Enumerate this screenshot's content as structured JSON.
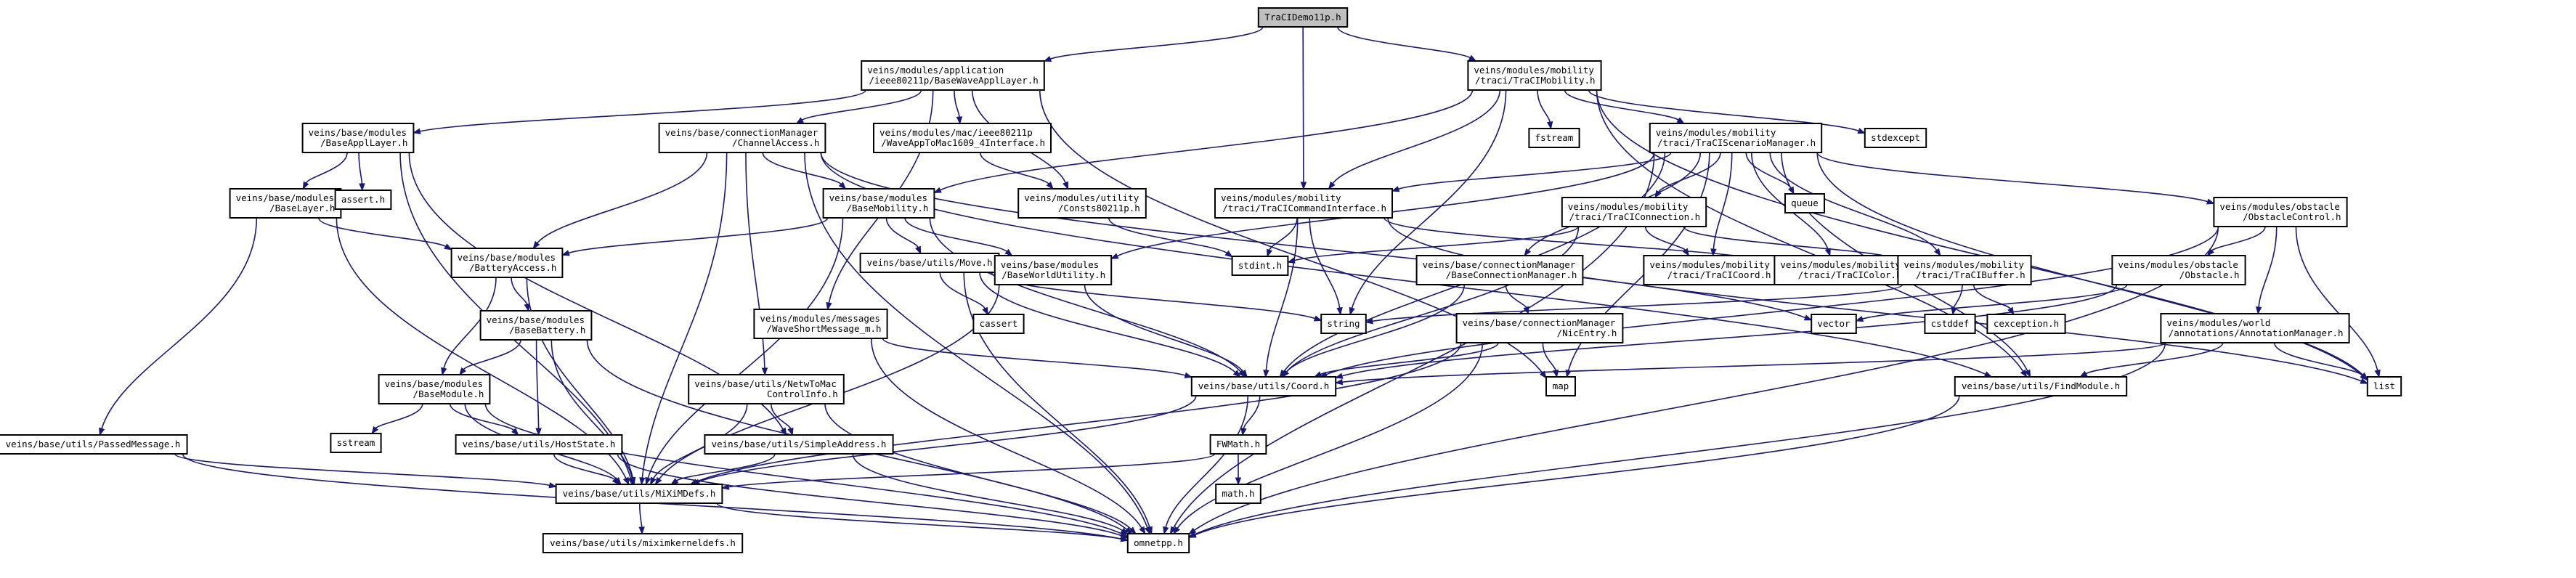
{
  "diagram": {
    "nodes": [
      {
        "id": "root",
        "lines": [
          "TraCIDemo11p.h"
        ]
      },
      {
        "id": "wave",
        "lines": [
          "veins/modules/application",
          "/ieee80211p/BaseWaveApplLayer.h"
        ]
      },
      {
        "id": "tmob",
        "lines": [
          "veins/modules/mobility",
          "/traci/TraCIMobility.h"
        ]
      },
      {
        "id": "baseappl",
        "lines": [
          "veins/base/modules",
          "/BaseApplLayer.h"
        ]
      },
      {
        "id": "chanacc",
        "lines": [
          "veins/base/connectionManager",
          "/ChannelAccess.h"
        ]
      },
      {
        "id": "wavemac",
        "lines": [
          "veins/modules/mac/ieee80211p",
          "/WaveAppToMac1609_4Interface.h"
        ]
      },
      {
        "id": "scenmgr",
        "lines": [
          "veins/modules/mobility",
          "/traci/TraCIScenarioManager.h"
        ]
      },
      {
        "id": "fstream",
        "lines": [
          "fstream"
        ]
      },
      {
        "id": "stdexcept",
        "lines": [
          "stdexcept"
        ]
      },
      {
        "id": "baselayer",
        "lines": [
          "veins/base/modules",
          "/BaseLayer.h"
        ]
      },
      {
        "id": "assert",
        "lines": [
          "assert.h"
        ]
      },
      {
        "id": "basemob",
        "lines": [
          "veins/base/modules",
          "/BaseMobility.h"
        ]
      },
      {
        "id": "consts",
        "lines": [
          "veins/modules/utility",
          "/Consts80211p.h"
        ]
      },
      {
        "id": "cmdif",
        "lines": [
          "veins/modules/mobility",
          "/traci/TraCICommandInterface.h"
        ]
      },
      {
        "id": "tconn",
        "lines": [
          "veins/modules/mobility",
          "/traci/TraCIConnection.h"
        ]
      },
      {
        "id": "queue",
        "lines": [
          "queue"
        ]
      },
      {
        "id": "obsctl",
        "lines": [
          "veins/modules/obstacle",
          "/ObstacleControl.h"
        ]
      },
      {
        "id": "battacc",
        "lines": [
          "veins/base/modules",
          "/BatteryAccess.h"
        ]
      },
      {
        "id": "move",
        "lines": [
          "veins/base/utils/Move.h"
        ]
      },
      {
        "id": "worldutil",
        "lines": [
          "veins/base/modules",
          "/BaseWorldUtility.h"
        ]
      },
      {
        "id": "stdint",
        "lines": [
          "stdint.h"
        ]
      },
      {
        "id": "baseconnmgr",
        "lines": [
          "veins/base/connectionManager",
          "/BaseConnectionManager.h"
        ]
      },
      {
        "id": "tcoord",
        "lines": [
          "veins/modules/mobility",
          "/traci/TraCICoord.h"
        ]
      },
      {
        "id": "tcolor",
        "lines": [
          "veins/modules/mobility",
          "/traci/TraCIColor.h"
        ]
      },
      {
        "id": "tbuffer",
        "lines": [
          "veins/modules/mobility",
          "/traci/TraCIBuffer.h"
        ]
      },
      {
        "id": "obstacle",
        "lines": [
          "veins/modules/obstacle",
          "/Obstacle.h"
        ]
      },
      {
        "id": "basebatt",
        "lines": [
          "veins/base/modules",
          "/BaseBattery.h"
        ]
      },
      {
        "id": "cassert",
        "lines": [
          "cassert"
        ]
      },
      {
        "id": "wsm",
        "lines": [
          "veins/modules/messages",
          "/WaveShortMessage_m.h"
        ]
      },
      {
        "id": "string",
        "lines": [
          "string"
        ]
      },
      {
        "id": "nicentry",
        "lines": [
          "veins/base/connectionManager",
          "/NicEntry.h"
        ]
      },
      {
        "id": "vector",
        "lines": [
          "vector"
        ]
      },
      {
        "id": "cstddef",
        "lines": [
          "cstddef"
        ]
      },
      {
        "id": "exception",
        "lines": [
          "cexception.h"
        ]
      },
      {
        "id": "annot",
        "lines": [
          "veins/modules/world",
          "/annotations/AnnotationManager.h"
        ]
      },
      {
        "id": "basemodule",
        "lines": [
          "veins/base/modules",
          "/BaseModule.h"
        ]
      },
      {
        "id": "nettomac",
        "lines": [
          "veins/base/utils/NetwToMac",
          "ControlInfo.h"
        ]
      },
      {
        "id": "coord",
        "lines": [
          "veins/base/utils/Coord.h"
        ]
      },
      {
        "id": "map",
        "lines": [
          "map"
        ]
      },
      {
        "id": "list",
        "lines": [
          "list"
        ]
      },
      {
        "id": "findmod",
        "lines": [
          "veins/base/utils/FindModule.h"
        ]
      },
      {
        "id": "sstream",
        "lines": [
          "sstream"
        ]
      },
      {
        "id": "fwmath",
        "lines": [
          "FWMath.h"
        ]
      },
      {
        "id": "passedmsg",
        "lines": [
          "veins/base/utils/PassedMessage.h"
        ]
      },
      {
        "id": "hoststate",
        "lines": [
          "veins/base/utils/HostState.h"
        ]
      },
      {
        "id": "simpleaddr",
        "lines": [
          "veins/base/utils/SimpleAddress.h"
        ]
      },
      {
        "id": "mathh",
        "lines": [
          "math.h"
        ]
      },
      {
        "id": "miximdefs",
        "lines": [
          "veins/base/utils/MiXiMDefs.h"
        ]
      },
      {
        "id": "miximkernel",
        "lines": [
          "veins/base/utils/miximkerneldefs.h"
        ]
      },
      {
        "id": "omnetpp",
        "lines": [
          "omnetpp.h"
        ]
      }
    ],
    "edges": [
      [
        "root",
        "wave"
      ],
      [
        "root",
        "tmob"
      ],
      [
        "root",
        "cmdif"
      ],
      [
        "wave",
        "baseappl"
      ],
      [
        "wave",
        "chanacc"
      ],
      [
        "wave",
        "wavemac"
      ],
      [
        "wave",
        "consts"
      ],
      [
        "wave",
        "wsm"
      ],
      [
        "wave",
        "map"
      ],
      [
        "tmob",
        "basemob"
      ],
      [
        "tmob",
        "scenmgr"
      ],
      [
        "tmob",
        "cmdif"
      ],
      [
        "tmob",
        "fstream"
      ],
      [
        "tmob",
        "stdexcept"
      ],
      [
        "tmob",
        "string"
      ],
      [
        "tmob",
        "list"
      ],
      [
        "tmob",
        "findmod"
      ],
      [
        "baseappl",
        "baselayer"
      ],
      [
        "baseappl",
        "assert"
      ],
      [
        "baseappl",
        "simpleaddr"
      ],
      [
        "baseappl",
        "miximdefs"
      ],
      [
        "chanacc",
        "battacc"
      ],
      [
        "chanacc",
        "basemob"
      ],
      [
        "chanacc",
        "nettomac"
      ],
      [
        "chanacc",
        "vector"
      ],
      [
        "chanacc",
        "miximdefs"
      ],
      [
        "chanacc",
        "findmod"
      ],
      [
        "chanacc",
        "omnetpp"
      ],
      [
        "wavemac",
        "consts"
      ],
      [
        "scenmgr",
        "tconn"
      ],
      [
        "scenmgr",
        "cmdif"
      ],
      [
        "scenmgr",
        "queue"
      ],
      [
        "scenmgr",
        "obsctl"
      ],
      [
        "scenmgr",
        "baseconnmgr"
      ],
      [
        "scenmgr",
        "tcoord"
      ],
      [
        "scenmgr",
        "tcolor"
      ],
      [
        "scenmgr",
        "tbuffer"
      ],
      [
        "scenmgr",
        "worldutil"
      ],
      [
        "scenmgr",
        "list"
      ],
      [
        "scenmgr",
        "omnetpp"
      ],
      [
        "scenmgr",
        "findmod"
      ],
      [
        "scenmgr",
        "coord"
      ],
      [
        "scenmgr",
        "map"
      ],
      [
        "baselayer",
        "battacc"
      ],
      [
        "baselayer",
        "passedmsg"
      ],
      [
        "baselayer",
        "miximdefs"
      ],
      [
        "basemob",
        "battacc"
      ],
      [
        "basemob",
        "move"
      ],
      [
        "basemob",
        "worldutil"
      ],
      [
        "basemob",
        "coord"
      ],
      [
        "basemob",
        "miximdefs"
      ],
      [
        "consts",
        "stdint"
      ],
      [
        "cmdif",
        "stdint"
      ],
      [
        "cmdif",
        "coord"
      ],
      [
        "cmdif",
        "tcolor"
      ],
      [
        "cmdif",
        "list"
      ],
      [
        "cmdif",
        "string"
      ],
      [
        "tconn",
        "stdint"
      ],
      [
        "tconn",
        "tcoord"
      ],
      [
        "tconn",
        "tbuffer"
      ],
      [
        "tconn",
        "coord"
      ],
      [
        "obsctl",
        "obstacle"
      ],
      [
        "obsctl",
        "annot"
      ],
      [
        "obsctl",
        "list"
      ],
      [
        "obsctl",
        "coord"
      ],
      [
        "obsctl",
        "omnetpp"
      ],
      [
        "battacc",
        "basemodule"
      ],
      [
        "battacc",
        "basebatt"
      ],
      [
        "battacc",
        "miximdefs"
      ],
      [
        "move",
        "cassert"
      ],
      [
        "move",
        "string"
      ],
      [
        "move",
        "coord"
      ],
      [
        "move",
        "omnetpp"
      ],
      [
        "worldutil",
        "coord"
      ],
      [
        "worldutil",
        "miximdefs"
      ],
      [
        "baseconnmgr",
        "nicentry"
      ],
      [
        "baseconnmgr",
        "coord"
      ],
      [
        "tbuffer",
        "string"
      ],
      [
        "tbuffer",
        "cstddef"
      ],
      [
        "tbuffer",
        "exception"
      ],
      [
        "obstacle",
        "vector"
      ],
      [
        "obstacle",
        "coord"
      ],
      [
        "basebatt",
        "basemodule"
      ],
      [
        "basebatt",
        "hoststate"
      ],
      [
        "basebatt",
        "miximdefs"
      ],
      [
        "basebatt",
        "omnetpp"
      ],
      [
        "wsm",
        "coord"
      ],
      [
        "wsm",
        "omnetpp"
      ],
      [
        "nicentry",
        "coord"
      ],
      [
        "nicentry",
        "map"
      ],
      [
        "nicentry",
        "miximdefs"
      ],
      [
        "nicentry",
        "omnetpp"
      ],
      [
        "annot",
        "list"
      ],
      [
        "annot",
        "coord"
      ],
      [
        "annot",
        "findmod"
      ],
      [
        "annot",
        "omnetpp"
      ],
      [
        "basemodule",
        "sstream"
      ],
      [
        "basemodule",
        "hoststate"
      ],
      [
        "basemodule",
        "miximdefs"
      ],
      [
        "basemodule",
        "omnetpp"
      ],
      [
        "nettomac",
        "simpleaddr"
      ],
      [
        "nettomac",
        "miximdefs"
      ],
      [
        "nettomac",
        "omnetpp"
      ],
      [
        "coord",
        "fwmath"
      ],
      [
        "coord",
        "miximdefs"
      ],
      [
        "coord",
        "omnetpp"
      ],
      [
        "findmod",
        "omnetpp"
      ],
      [
        "fwmath",
        "mathh"
      ],
      [
        "fwmath",
        "miximdefs"
      ],
      [
        "passedmsg",
        "miximdefs"
      ],
      [
        "passedmsg",
        "omnetpp"
      ],
      [
        "hoststate",
        "miximdefs"
      ],
      [
        "hoststate",
        "omnetpp"
      ],
      [
        "simpleaddr",
        "miximdefs"
      ],
      [
        "simpleaddr",
        "omnetpp"
      ],
      [
        "miximdefs",
        "miximkernel"
      ],
      [
        "miximdefs",
        "omnetpp"
      ]
    ]
  }
}
